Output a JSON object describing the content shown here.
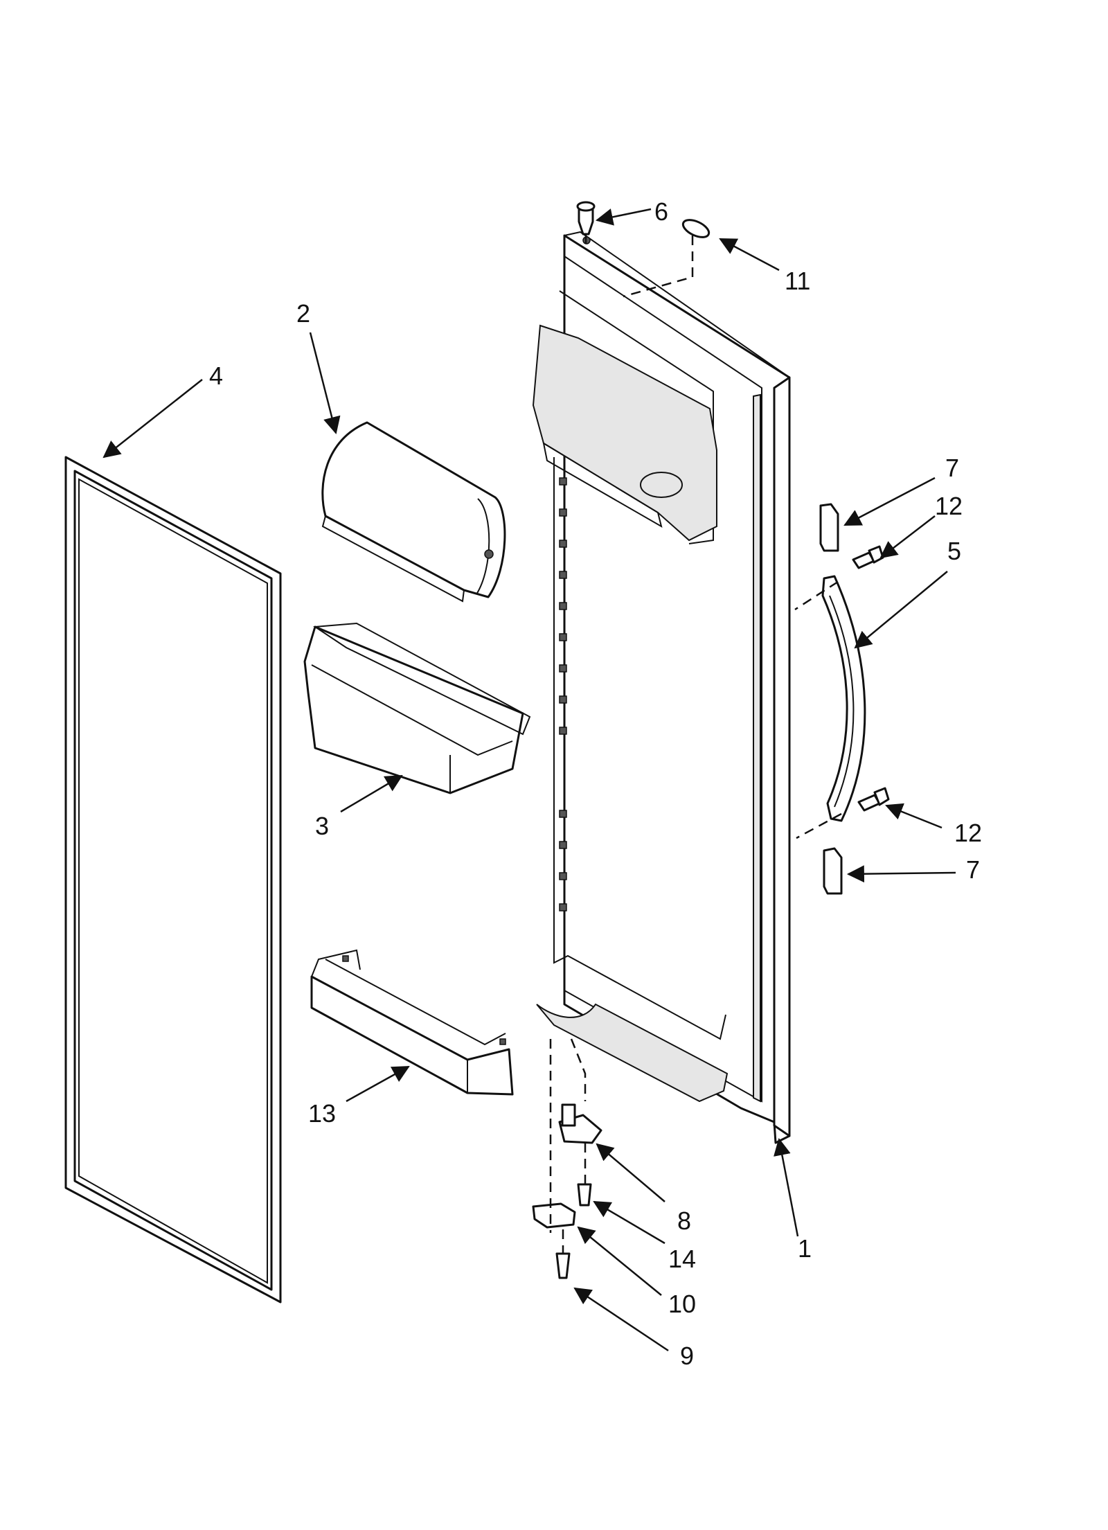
{
  "diagram": {
    "callouts": {
      "c1": "1",
      "c2": "2",
      "c3": "3",
      "c4": "4",
      "c5": "5",
      "c6": "6",
      "c7a": "7",
      "c7b": "7",
      "c8": "8",
      "c9": "9",
      "c10": "10",
      "c11": "11",
      "c12a": "12",
      "c12b": "12",
      "c13": "13",
      "c14": "14"
    },
    "colors": {
      "line": "#111111",
      "background": "#ffffff"
    }
  }
}
